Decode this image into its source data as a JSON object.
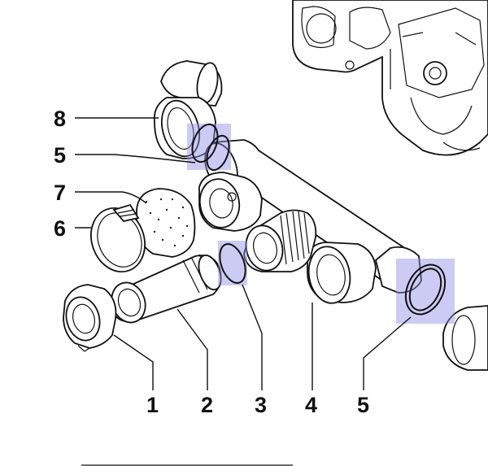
{
  "diagram": {
    "callouts": [
      {
        "id": "label-8",
        "text": "8"
      },
      {
        "id": "label-5-left",
        "text": "5"
      },
      {
        "id": "label-7",
        "text": "7"
      },
      {
        "id": "label-6",
        "text": "6"
      },
      {
        "id": "label-1",
        "text": "1"
      },
      {
        "id": "label-2",
        "text": "2"
      },
      {
        "id": "label-3",
        "text": "3"
      },
      {
        "id": "label-4",
        "text": "4"
      },
      {
        "id": "label-5-bottom",
        "text": "5"
      }
    ],
    "colors": {
      "highlight": "#8c8ce6",
      "ink": "#111111",
      "background": "#ffffff"
    }
  }
}
